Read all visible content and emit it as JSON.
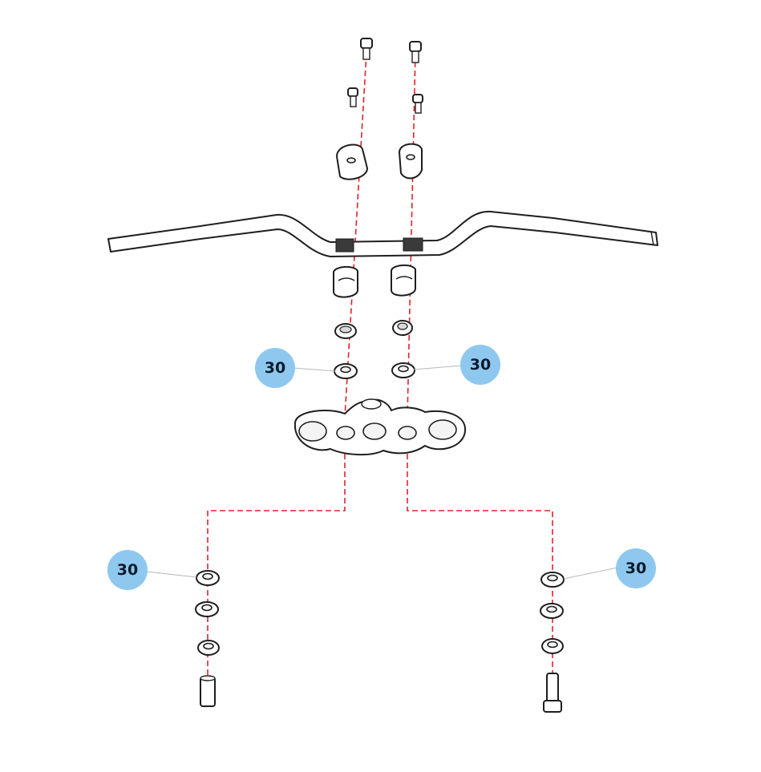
{
  "colors": {
    "callout_fill": "#8ec8ef",
    "dashed_line": "#e0232b",
    "leader_line": "#b8b8b8",
    "outline": "#1e1e1e",
    "grip_band": "#3a3a3a"
  },
  "callouts": [
    {
      "id": "callout-upper-left",
      "label": "30"
    },
    {
      "id": "callout-upper-right",
      "label": "30"
    },
    {
      "id": "callout-lower-left",
      "label": "30"
    },
    {
      "id": "callout-lower-right",
      "label": "30"
    }
  ],
  "icons": {
    "bolt": "bolt-icon",
    "clamp": "clamp-icon",
    "washer": "washer-icon",
    "bushing": "bushing-icon",
    "handlebar": "handlebar-icon",
    "triple_clamp": "triple-clamp-icon"
  }
}
